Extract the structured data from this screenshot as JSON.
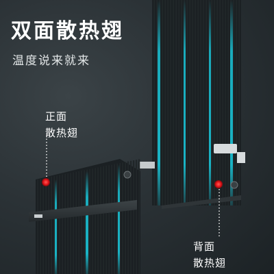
{
  "headline": "双面散热翅",
  "tagline": "温度说来就来",
  "callouts": {
    "front": [
      "正面",
      "散热翅"
    ],
    "back": [
      "背面",
      "散热翅"
    ]
  },
  "icons": [
    "heat-point-icon",
    "connector-port-icon"
  ],
  "colors": {
    "background": "#2b3236",
    "fin_dark": "#1d2225",
    "glow": "#19c3d6",
    "hotspot": "#e3151b",
    "text": "#ffffff"
  }
}
